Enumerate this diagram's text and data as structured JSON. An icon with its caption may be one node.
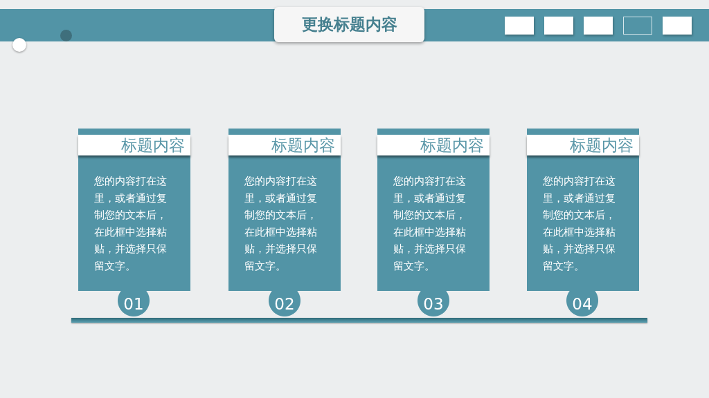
{
  "diagram": {
    "title": "更换标题内容",
    "nodes": [
      {
        "text": [
          "标题内容",
          "您的内容打在这里，或者通过复制您的文本后，在此框中选择粘贴，并选择只保留文字。"
        ]
      },
      {
        "text": [
          "01"
        ]
      },
      {
        "text": [
          "标题内容",
          "您的内容打在这里，或者通过复制您的文本后，在此框中选择粘贴，并选择只保留文字。"
        ]
      },
      {
        "text": [
          "02"
        ]
      },
      {
        "text": [
          "标题内容",
          "您的内容打在这里，或者通过复制您的文本后，在此框中选择粘贴，并选择只保留文字。"
        ]
      },
      {
        "text": [
          "03"
        ]
      },
      {
        "text": [
          "标题内容",
          "您的内容打在这里，或者通过复制您的文本后，在此框中选择粘贴，并选择只保留文字。"
        ]
      },
      {
        "text": [
          "04"
        ]
      }
    ]
  }
}
